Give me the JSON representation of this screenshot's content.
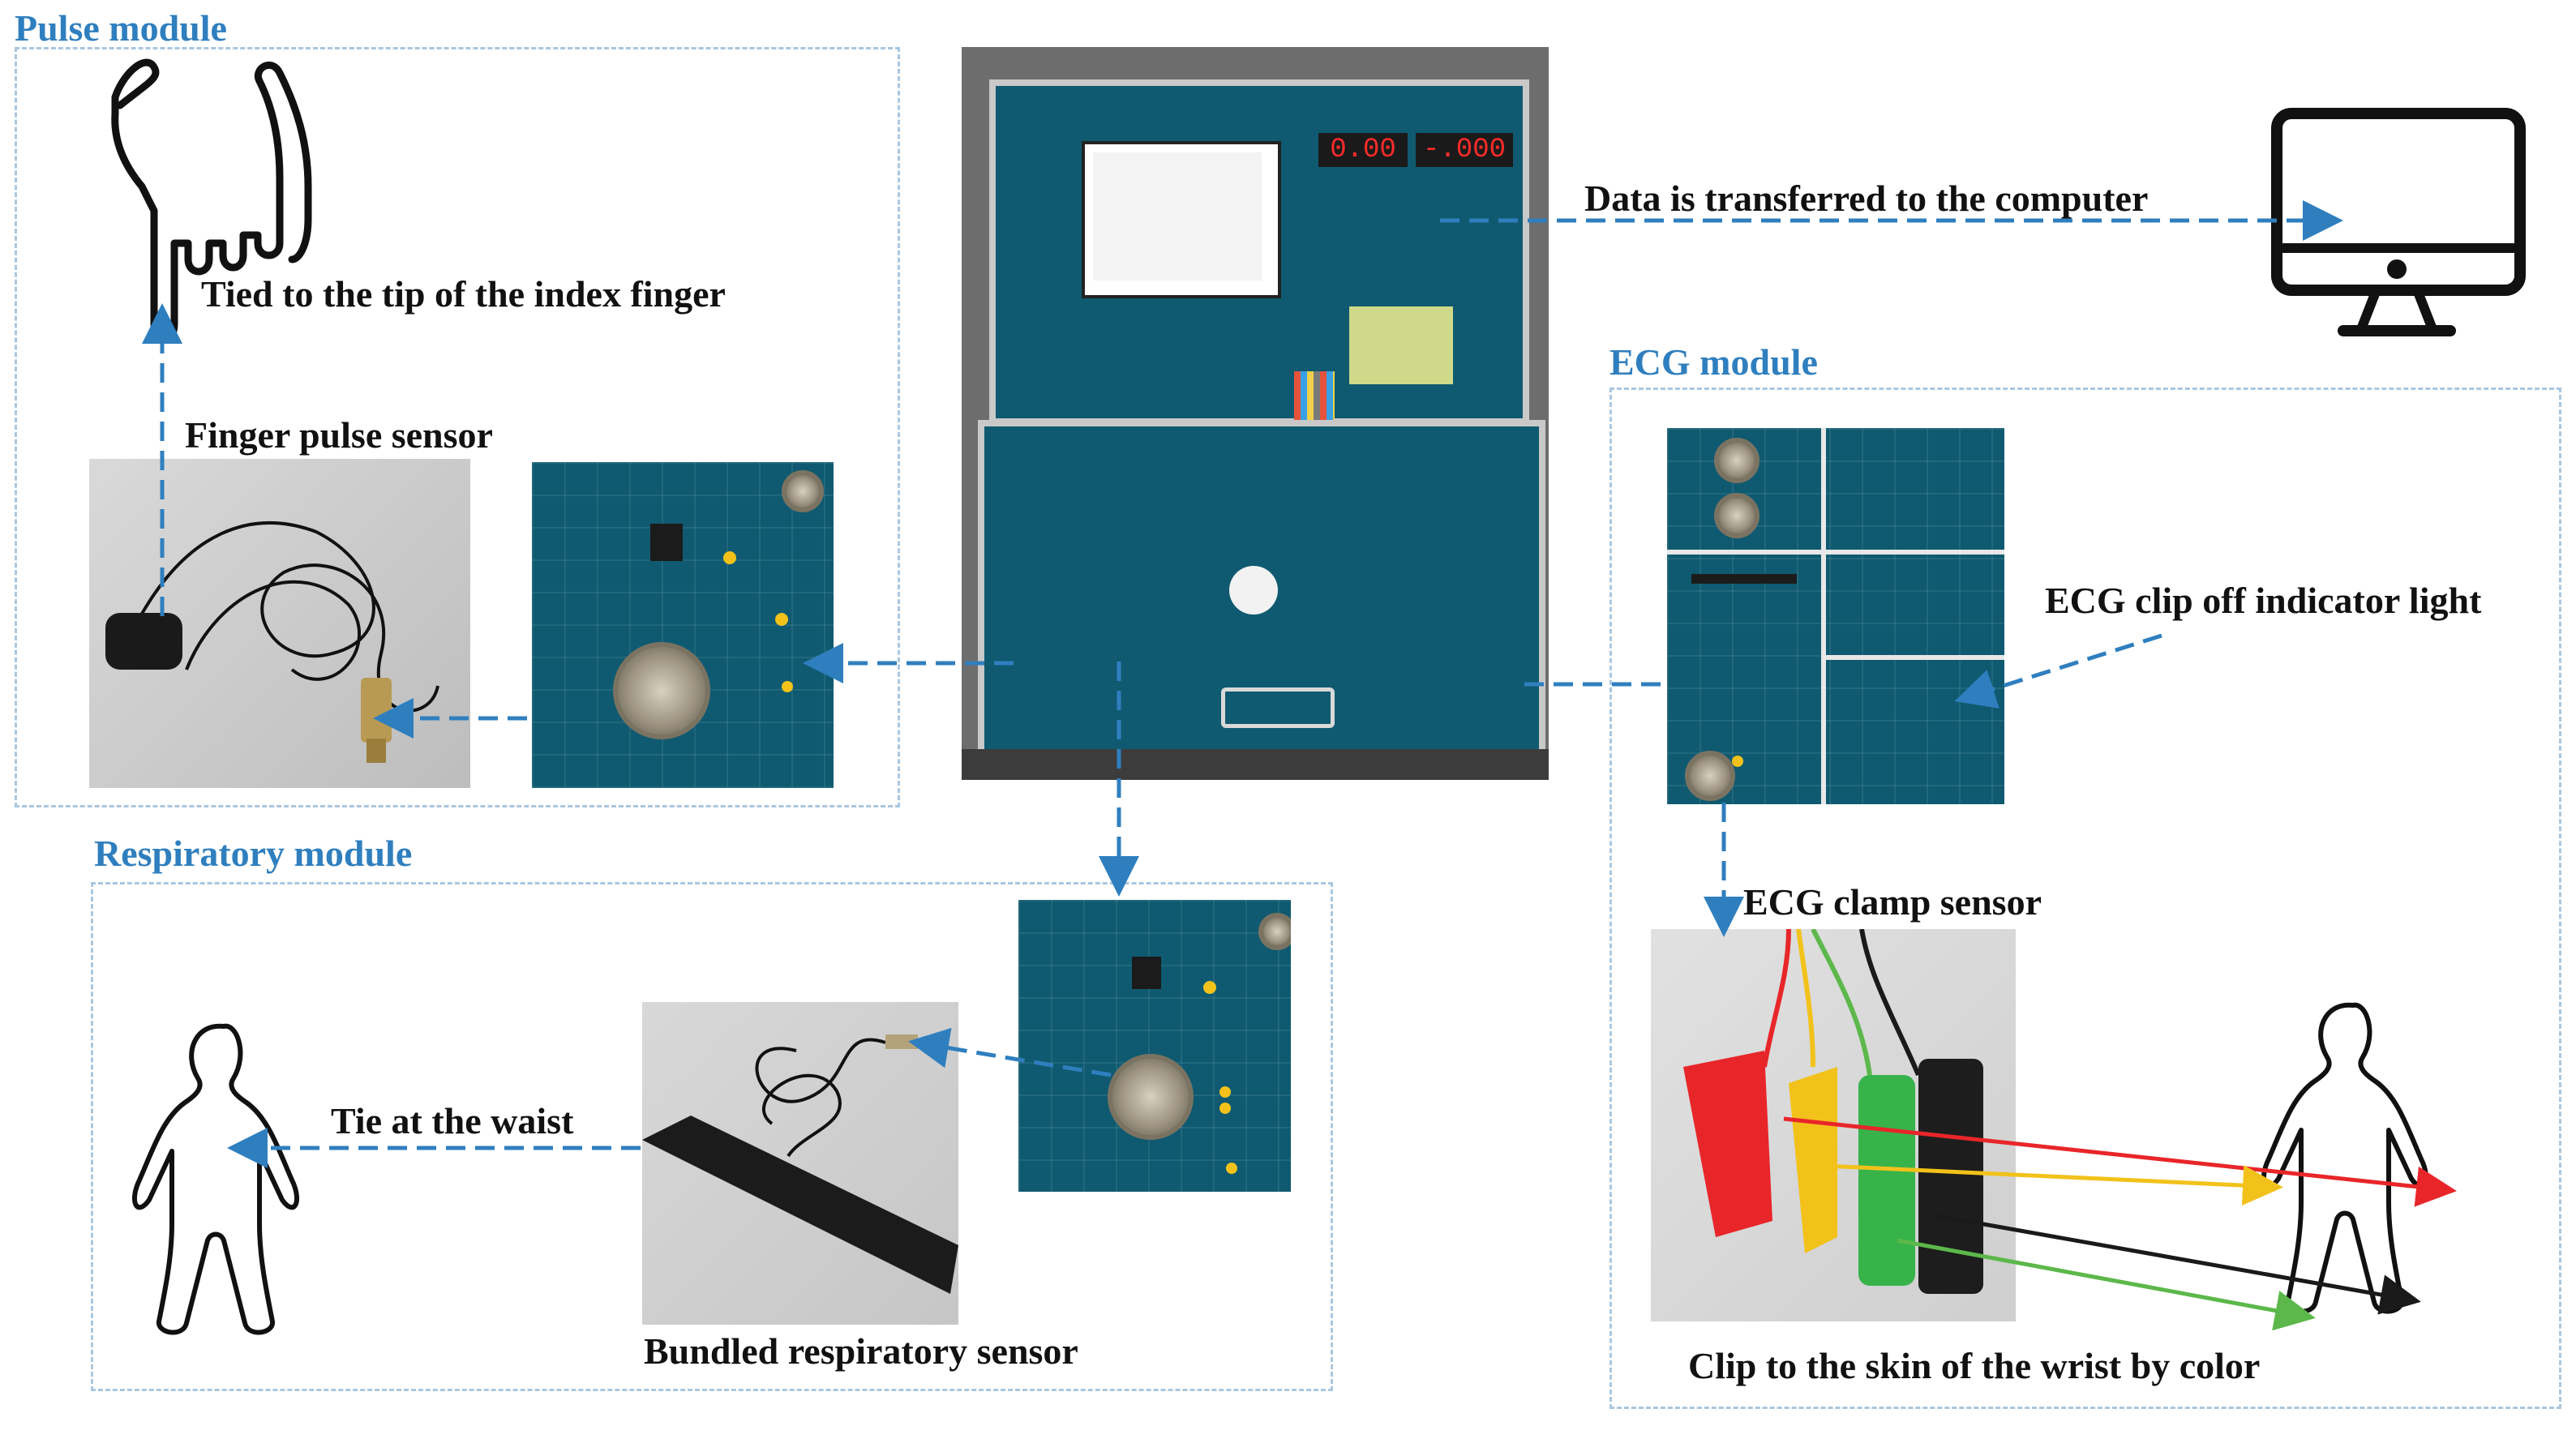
{
  "modules": {
    "pulse": {
      "title": "Pulse module"
    },
    "ecg": {
      "title": "ECG module"
    },
    "respiratory": {
      "title": "Respiratory module"
    }
  },
  "labels": {
    "finger_tip": "Tied to the tip of the index finger",
    "finger_sensor": "Finger pulse sensor",
    "data_transfer": "Data is transferred to the computer",
    "ecg_indicator": "ECG clip off indicator light",
    "ecg_clamp": "ECG clamp sensor",
    "ecg_clip_wrist": "Clip to the skin of the wrist by color",
    "waist": "Tie at the waist",
    "resp_sensor": "Bundled respiratory sensor"
  },
  "board_display": {
    "left_readout": "0.00",
    "right_readout": "-.000"
  },
  "colors": {
    "module_title": "#2f7fbf",
    "dashed_arrow": "#2f7fbf",
    "box_border": "#a9c7e0",
    "lead_red": "#e8262a",
    "lead_yellow": "#f2c21b",
    "lead_green": "#5cb84a",
    "lead_black": "#1a1a1a"
  },
  "icons": [
    "hand-pointing-icon",
    "computer-monitor-icon",
    "human-figure-icon",
    "human-figure-icon"
  ]
}
